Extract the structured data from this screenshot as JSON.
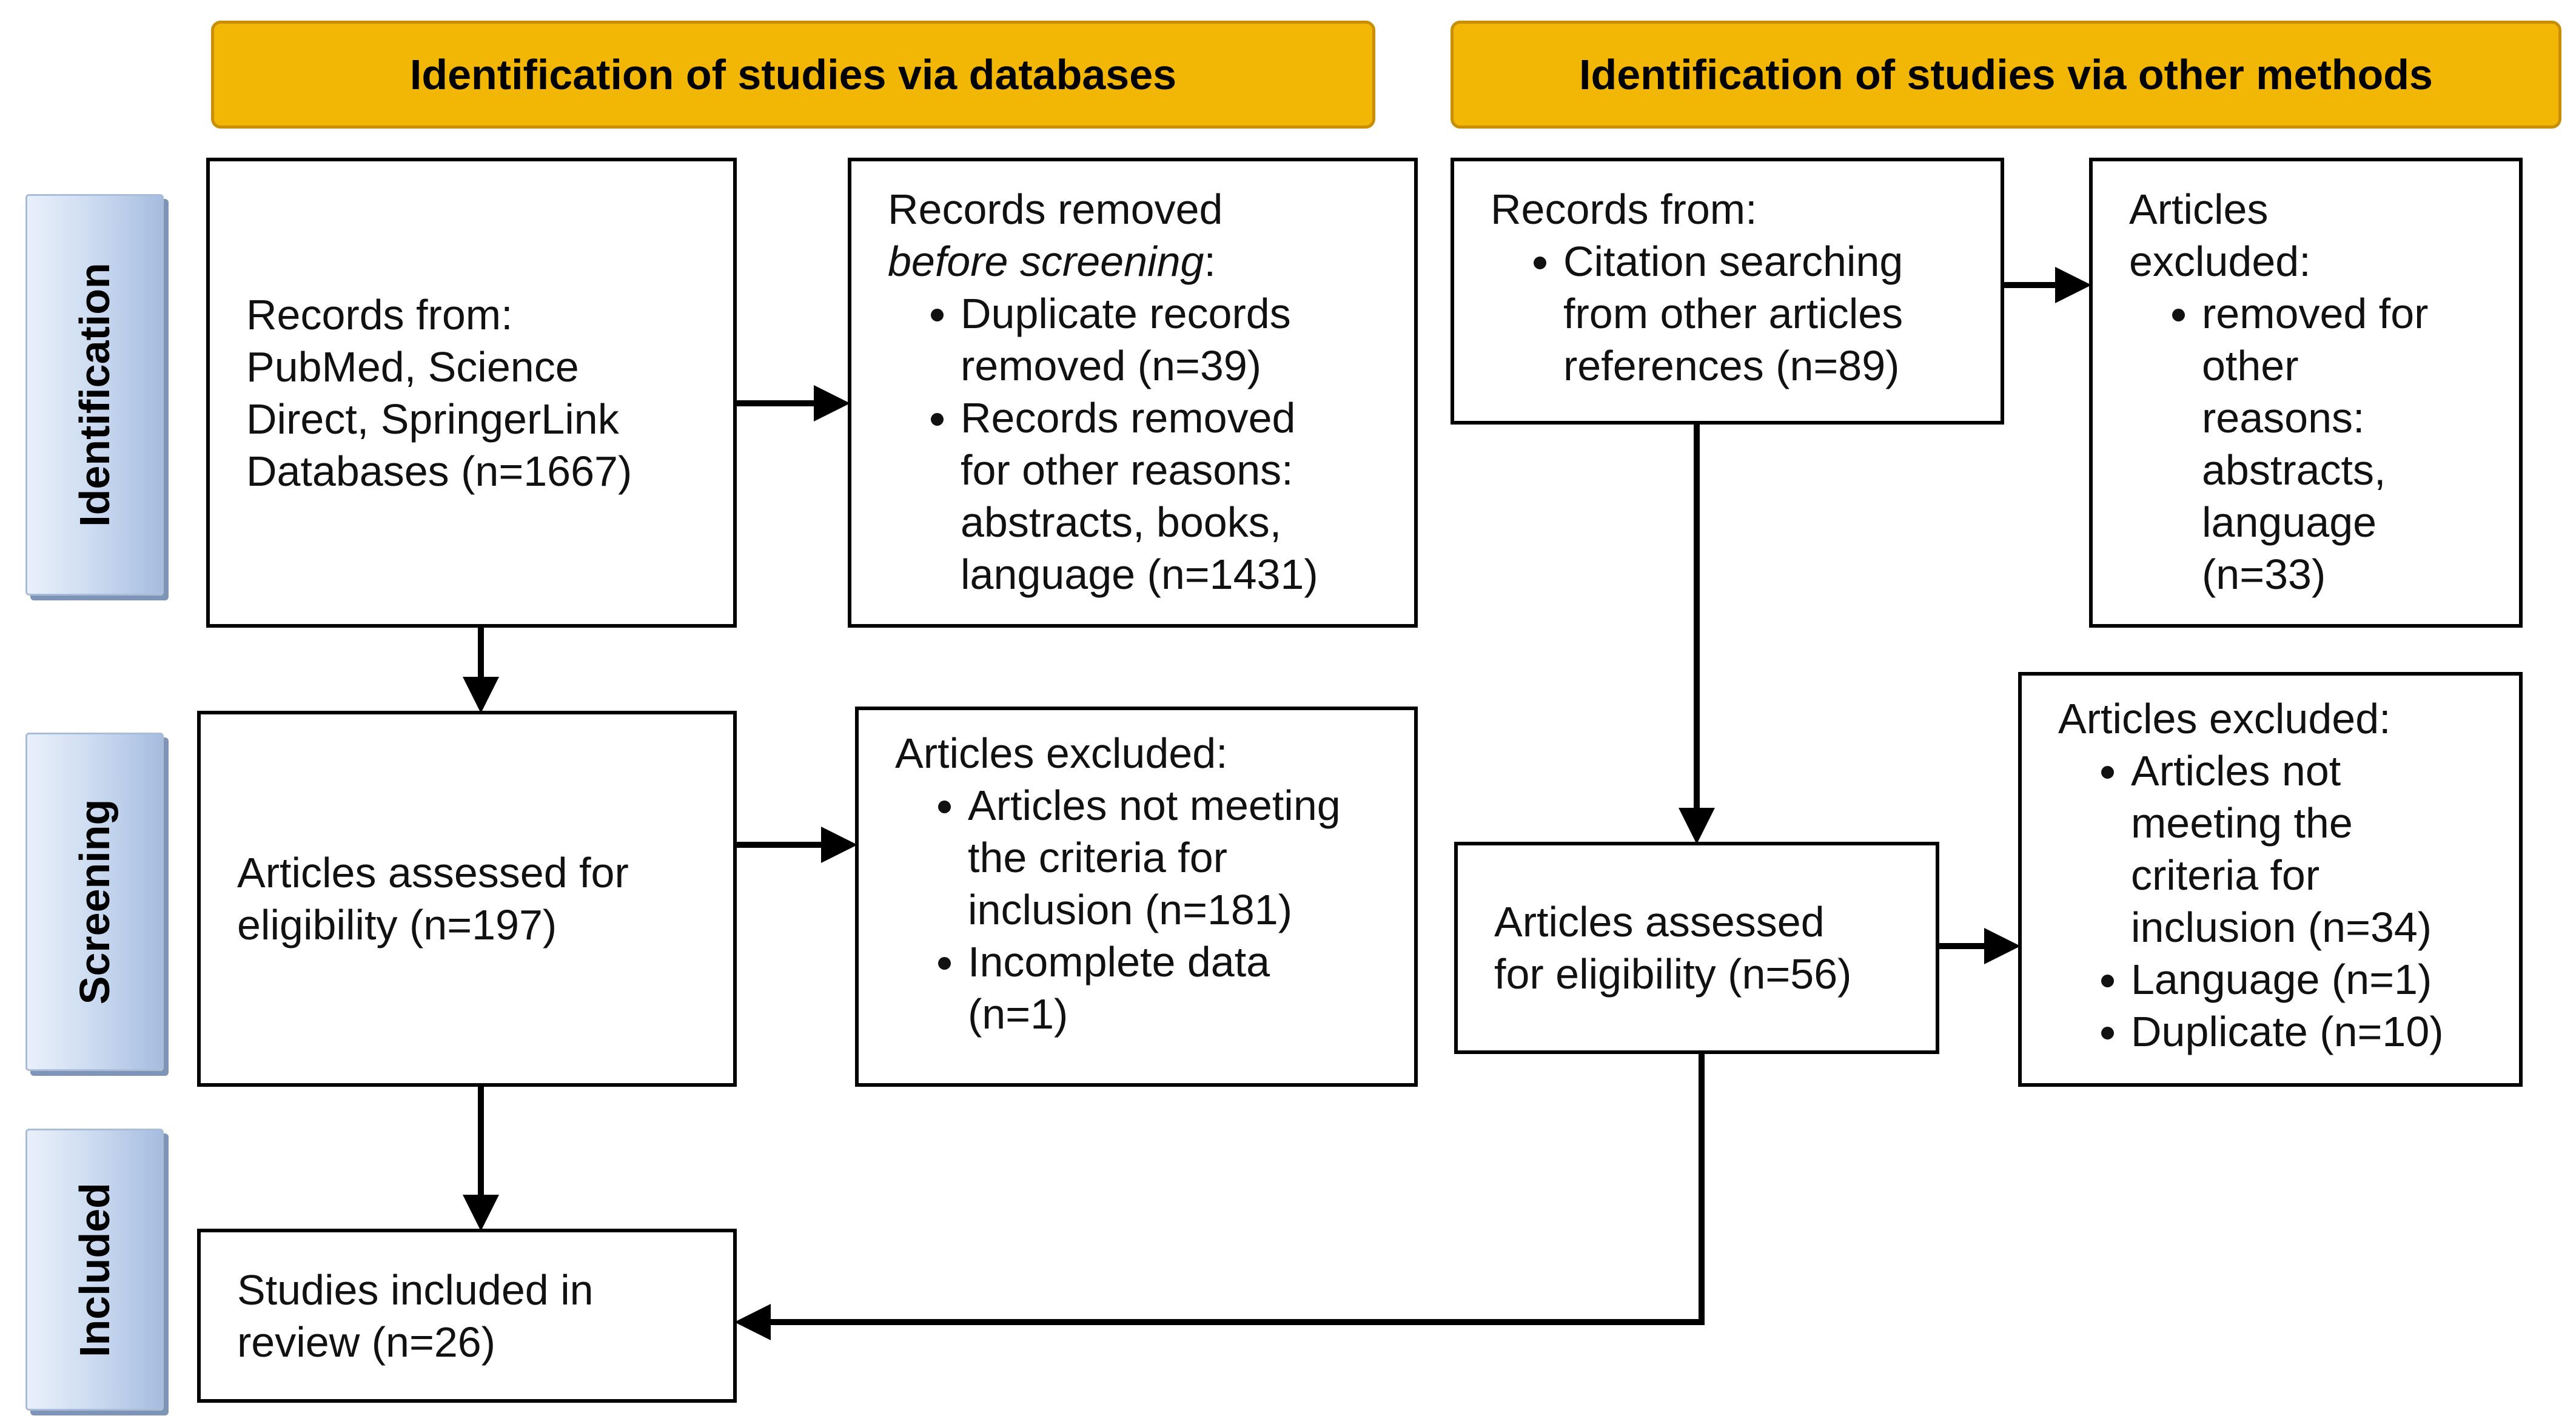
{
  "headers": {
    "databases": "Identification of studies via databases",
    "other": "Identification of studies via other methods"
  },
  "phases": {
    "identification": "Identification",
    "screening": "Screening",
    "included": "Included"
  },
  "left": {
    "records_from": {
      "lines": [
        "Records from:",
        "PubMed, Science",
        "Direct, SpringerLink",
        "Databases (n=1667)"
      ]
    },
    "removed": {
      "title_prefix": "Records removed",
      "title_italic": "before screening",
      "title_suffix": ":",
      "items": [
        [
          "Duplicate records",
          "removed (n=39)"
        ],
        [
          "Records removed",
          "for other reasons:",
          "abstracts, books,",
          "language (n=1431)"
        ]
      ]
    },
    "assessed": {
      "lines": [
        "Articles assessed for",
        "eligibility (n=197)"
      ]
    },
    "excluded": {
      "title": "Articles excluded:",
      "items": [
        [
          "Articles not meeting",
          "the criteria for",
          "inclusion (n=181)"
        ],
        [
          "Incomplete data",
          "(n=1)"
        ]
      ]
    },
    "included": {
      "lines": [
        "Studies included in",
        "review (n=26)"
      ]
    }
  },
  "right": {
    "records_from": {
      "title": "Records from:",
      "items": [
        [
          "Citation searching",
          "from other articles",
          "references (n=89)"
        ]
      ]
    },
    "excluded_top": {
      "title_lines": [
        "Articles",
        "excluded:"
      ],
      "items": [
        [
          "removed for",
          "other",
          "reasons:",
          "abstracts,",
          "language",
          "(n=33)"
        ]
      ]
    },
    "assessed": {
      "lines": [
        "Articles assessed",
        "for eligibility (n=56)"
      ]
    },
    "excluded_bottom": {
      "title": "Articles excluded:",
      "items": [
        [
          "Articles not",
          "meeting the",
          "criteria for",
          "inclusion (n=34)"
        ],
        [
          "Language (n=1)"
        ],
        [
          "Duplicate (n=10)"
        ]
      ]
    }
  },
  "colors": {
    "header_fill": "#f2b705",
    "header_border": "#c98f00",
    "phase_fill": "#cfddf2",
    "arrow": "#000000"
  }
}
